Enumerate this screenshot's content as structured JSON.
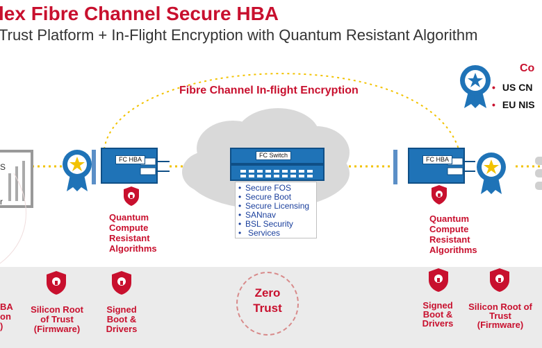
{
  "header": {
    "title": "lex Fibre Channel Secure HBA",
    "subtitle": "Trust Platform + In-Flight Encryption with Quantum Resistant Algorithm"
  },
  "encryption_label": "Fibre Channel In-flight Encryption",
  "compliance": {
    "title": "Co",
    "items": [
      "US CN",
      "EU NIS"
    ]
  },
  "left_device_label": "S",
  "left_device_label2": "r",
  "hba_left": {
    "label": "FC HBA"
  },
  "hba_right": {
    "label": "FC HBA"
  },
  "switch": {
    "label": "FC Switch",
    "features": [
      "Secure FOS",
      "Secure Boot",
      "Secure Licensing",
      "SANnav",
      "BSL Security",
      "Services"
    ]
  },
  "qc_left": [
    "Quantum",
    "Compute",
    "Resistant",
    "Algorithms"
  ],
  "qc_right": [
    "Quantum",
    "Compute",
    "Resistant",
    "Algorithms"
  ],
  "zero_trust": [
    "Zero",
    "Trust"
  ],
  "bottom": {
    "hba_partial": [
      "BA",
      "on",
      ")"
    ],
    "silicon_left": [
      "Silicon Root",
      "of Trust",
      "(Firmware)"
    ],
    "signed_left": [
      "Signed",
      "Boot &",
      "Drivers"
    ],
    "signed_right": [
      "Signed",
      "Boot &",
      "Drivers"
    ],
    "silicon_right": [
      "Silicon Root of",
      "Trust",
      "(Firmware)"
    ]
  },
  "colors": {
    "brand_red": "#c8102e",
    "hba_blue": "#1f73b7",
    "link_yellow": "#f2c200"
  },
  "icons": [
    "award-ribbon-icon",
    "shield-lock-icon",
    "cloud-icon",
    "switch-icon",
    "server-icon",
    "storage-icon"
  ]
}
